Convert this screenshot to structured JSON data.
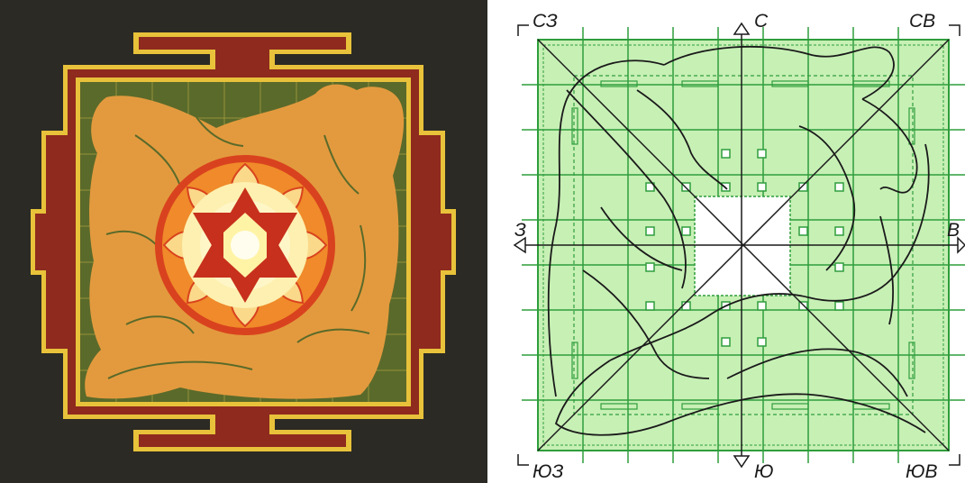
{
  "directions": {
    "north": "С",
    "north_east": "СВ",
    "east": "В",
    "south_east": "ЮВ",
    "south": "Ю",
    "south_west": "ЮЗ",
    "west": "З",
    "north_west": "СЗ"
  },
  "colors": {
    "yantra_background": "#2b2a24",
    "yantra_border_yellow": "#e8c23a",
    "yantra_border_red": "#8e2a1e",
    "yantra_field_green": "#5a6a2a",
    "yantra_body_orange": "#e39a3e",
    "yantra_lotus_red": "#d9421e",
    "yantra_center_yellow": "#fff3a6",
    "plan_fill_green": "#c7f0b5",
    "plan_grid_green": "#2f9e3c",
    "plan_line_dark": "#1a1a1a"
  }
}
